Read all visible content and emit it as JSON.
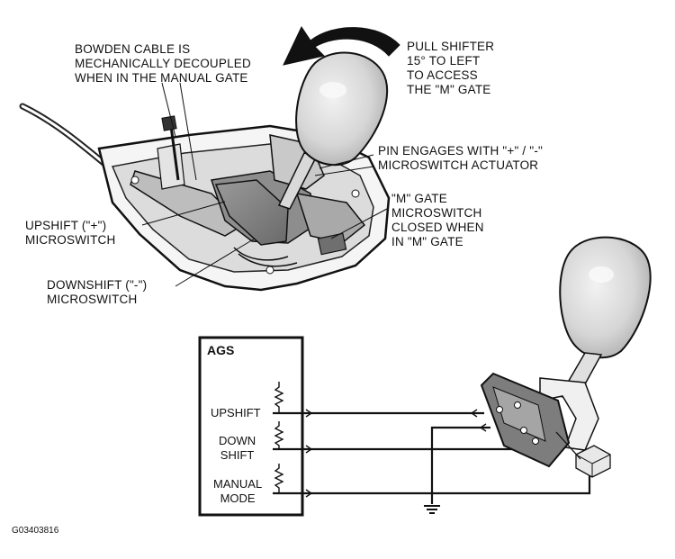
{
  "callouts": {
    "bowden": "BOWDEN CABLE IS\nMECHANICALLY DECOUPLED\nWHEN IN THE MANUAL GATE",
    "pull": "PULL SHIFTER\n15° TO LEFT\nTO ACCESS\nTHE \"M\" GATE",
    "pin": "PIN ENGAGES WITH \"+\" / \"-\"\nMICROSWITCH ACTUATOR",
    "mgate": "\"M\" GATE\nMICROSWITCH\nCLOSED WHEN\nIN \"M\" GATE",
    "upshift_switch": "UPSHIFT (\"+\")\nMICROSWITCH",
    "downshift_switch": "DOWNSHIFT (\"-\")\nMICROSWITCH"
  },
  "ags": {
    "title": "AGS",
    "upshift": "UPSHIFT",
    "downshift": "DOWN\nSHIFT",
    "manual": "MANUAL\nMODE"
  },
  "figure_id": "G03403816"
}
